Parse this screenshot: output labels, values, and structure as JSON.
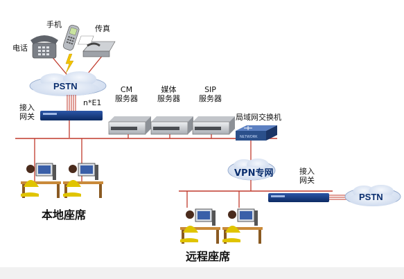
{
  "labels": {
    "phone": "电话",
    "mobile": "手机",
    "fax": "传真",
    "pstn_top": "PSTN",
    "ne1": "n*E1",
    "access_gateway_top": [
      "接入",
      "网关"
    ],
    "cm_server": [
      "CM",
      "服务器"
    ],
    "media_server": [
      "媒体",
      "服务器"
    ],
    "sip_server": [
      "SIP",
      "服务器"
    ],
    "lan_switch": "局域网交换机",
    "vpn": "VPN专网",
    "access_gateway_right": [
      "接入",
      "网关"
    ],
    "pstn_right": "PSTN",
    "local_seats": "本地座席",
    "remote_seats": "远程座席"
  },
  "colors": {
    "link_line": "#c0392b",
    "cloud_fill": "#dfe8f5",
    "server_body": "#d9dbde",
    "switch_body": "#2a4f8a"
  }
}
